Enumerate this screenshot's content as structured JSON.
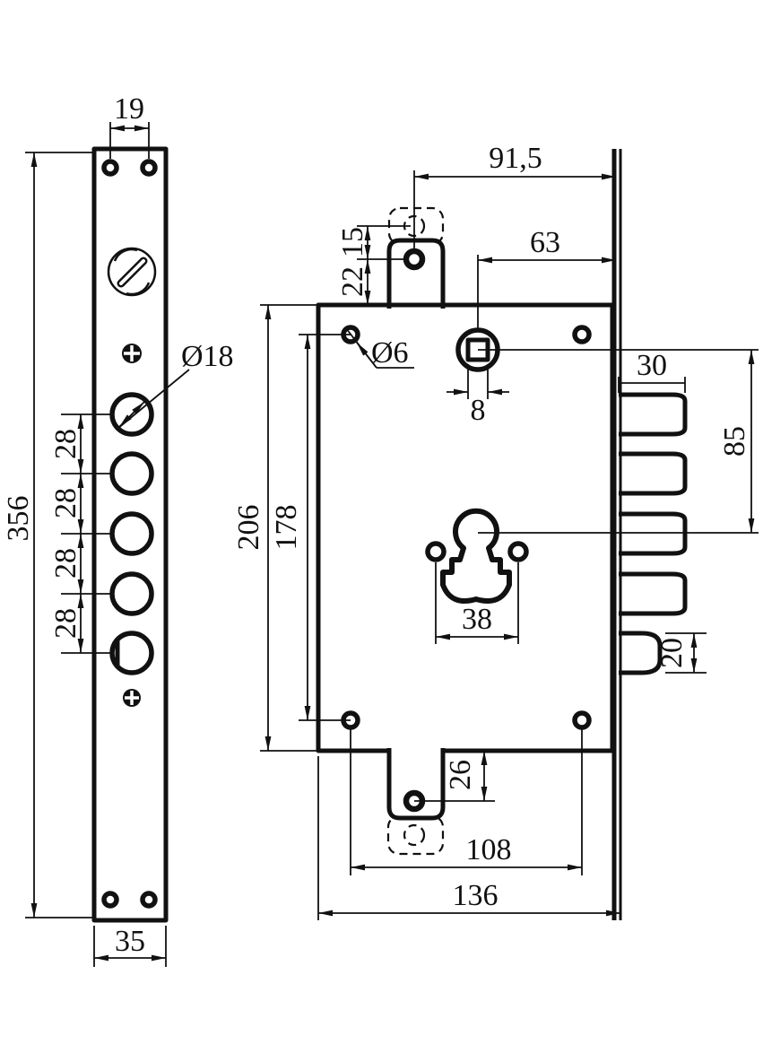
{
  "drawing": {
    "front_view": {
      "top_hole_spacing": "19",
      "total_height": "356",
      "plate_width": "35",
      "hole_diameter": "Ø18",
      "hole_pitch": [
        "28",
        "28",
        "28",
        "28"
      ]
    },
    "side_view": {
      "tab_to_edge": "91,5",
      "spindle_to_edge": "63",
      "tab_circle_offset": "15",
      "tab_hole_to_body": "22",
      "fix_hole_diameter": "Ø6",
      "spindle_square": "8",
      "bolt_throw": "30",
      "spindle_to_keyhole": "85",
      "latch_height": "20",
      "keyhole_pin_spacing": "38",
      "body_height": "206",
      "side_hole_pitch": "178",
      "bottom_tab_hole_offset": "26",
      "bottom_hole_spacing": "108",
      "body_width": "136"
    }
  },
  "colors": {
    "ink": "#111111",
    "background": "#ffffff"
  }
}
